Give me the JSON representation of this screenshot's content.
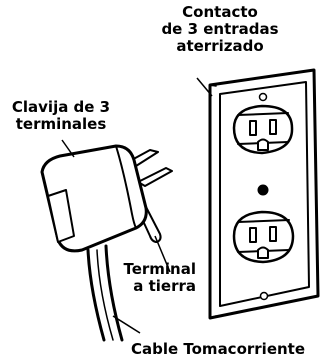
{
  "labels": {
    "outlet": [
      "Contacto",
      "de 3 entradas",
      "aterrizado"
    ],
    "plug": [
      "Clavija de 3",
      "terminales"
    ],
    "ground": [
      "Terminal",
      "a tierra"
    ],
    "cable": "Cable Tomacorriente"
  }
}
